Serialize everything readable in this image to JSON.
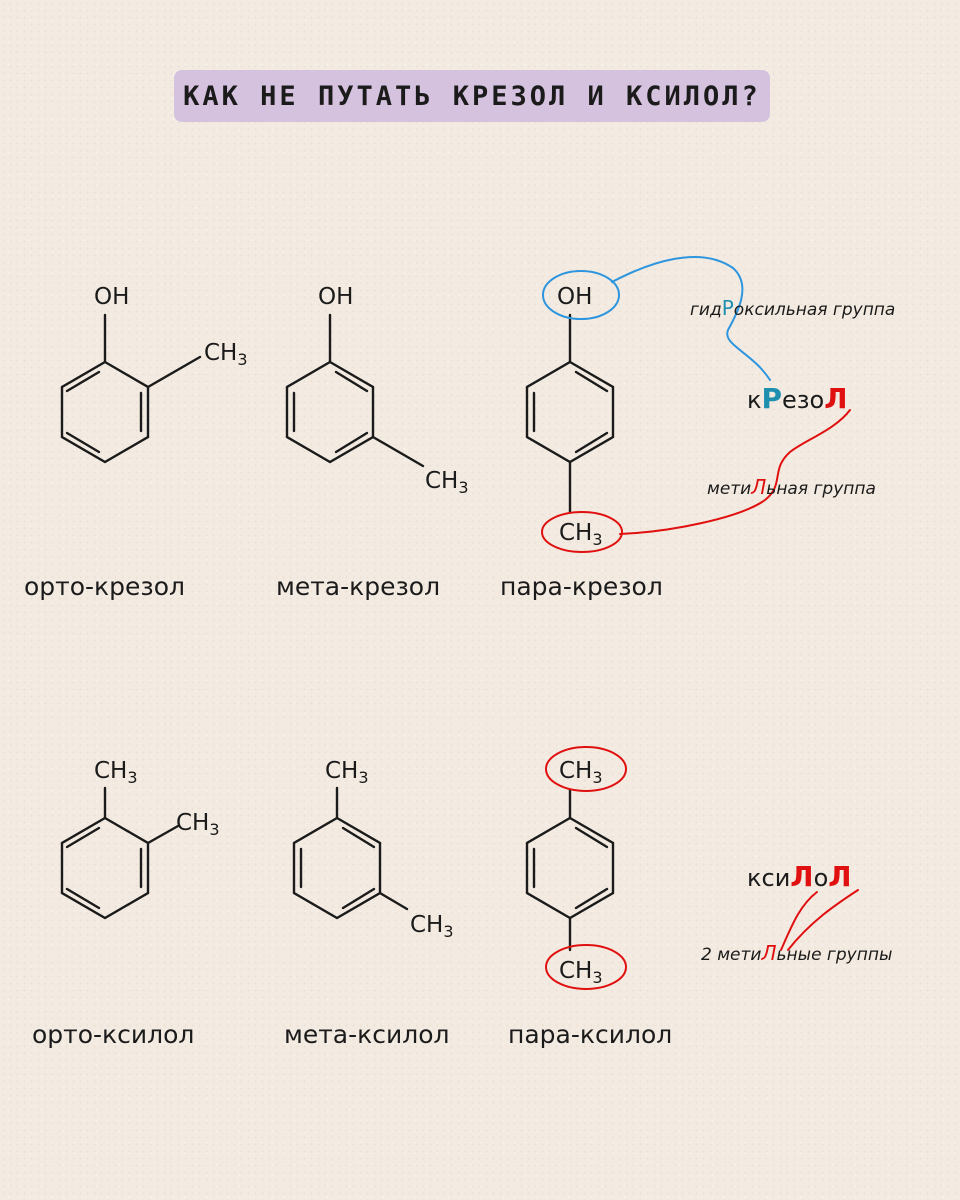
{
  "title": "КАК НЕ ПУТАТЬ КРЕЗОЛ И КСИЛОЛ?",
  "groups": {
    "oh": "OH",
    "ch": "CH",
    "sub3": "3"
  },
  "labels": {
    "ortho_cresol": "орто-крезол",
    "meta_cresol": "мета-крезол",
    "para_cresol": "пара-крезол",
    "ortho_xylene": "орто-ксилол",
    "meta_xylene": "мета-ксилол",
    "para_xylene": "пара-ксилол"
  },
  "annotations": {
    "hydroxyl_pre": "гид",
    "hydroxyl_hl": "Р",
    "hydroxyl_post": "оксильная группа",
    "methyl_pre": "мети",
    "methyl_hl": "Л",
    "methyl_post": "ьная группа",
    "cresol_k": "к",
    "cresol_r": "Р",
    "cresol_ezo": "езо",
    "cresol_l": "Л",
    "xylene_ksi": "кси",
    "xylene_l1": "Л",
    "xylene_o": "о",
    "xylene_l2": "Л",
    "two_methyl_pre": "2 мети",
    "two_methyl_hl": "Л",
    "two_methyl_post": "ьные группы"
  },
  "colors": {
    "title_bg": "#d5c2df",
    "hydroxyl_accent": "#1f8fb0",
    "methyl_accent": "#e01010"
  }
}
